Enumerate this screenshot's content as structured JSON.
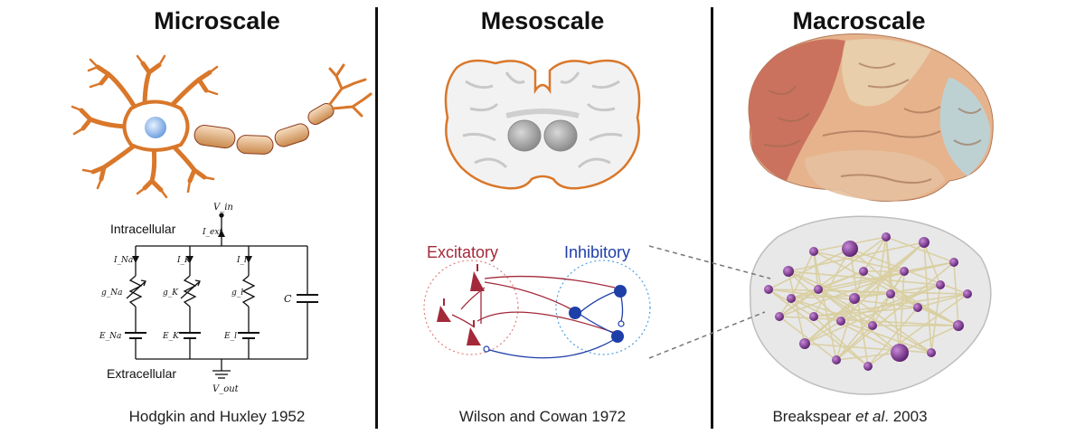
{
  "panels": [
    {
      "title": "Microscale",
      "citation": "Hodgkin and Huxley 1952",
      "circuit": {
        "v_in": "V_in",
        "i_ext": "I_ext",
        "intracellular": "Intracellular",
        "extracellular": "Extracellular",
        "v_out": "V_out",
        "currents": [
          "I_Na",
          "I_K",
          "I_l"
        ],
        "conductances": [
          "g_Na",
          "g_K",
          "g_l"
        ],
        "reversals": [
          "E_Na",
          "E_K",
          "E_l"
        ],
        "capacitor": "C"
      }
    },
    {
      "title": "Mesoscale",
      "citation": "Wilson and Cowan 1972",
      "network": {
        "excitatory_label": "Excitatory",
        "inhibitory_label": "Inhibitory",
        "excitatory_color": "#a3293a",
        "inhibitory_color": "#1f3fa8"
      }
    },
    {
      "title": "Macroscale",
      "citation_pre": "Breakspear ",
      "citation_em": "et al",
      "citation_post": ". 2003"
    }
  ],
  "colors": {
    "neuron": "#d9772a",
    "soma": "#a9c9f0",
    "node": "#7b2f8e",
    "edge": "#d9cfa0"
  }
}
